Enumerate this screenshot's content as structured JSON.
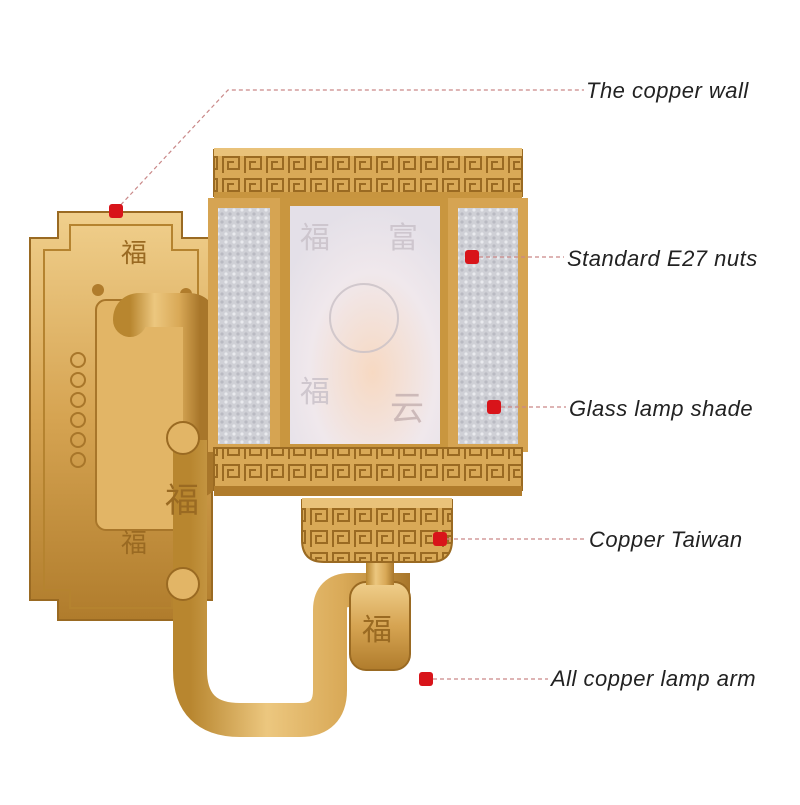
{
  "callouts": [
    {
      "label": "The copper wall"
    },
    {
      "label": "Standard E27 nuts"
    },
    {
      "label": "Glass lamp shade"
    },
    {
      "label": "Copper Taiwan"
    },
    {
      "label": "All copper lamp arm"
    }
  ],
  "colors": {
    "brass_light": "#e9c27a",
    "brass_mid": "#d4a24e",
    "brass_dark": "#a8762a",
    "glass": "#e8e6ea",
    "marker": "#d8141a",
    "leader": "#c98888"
  },
  "icons": [
    "lantern-shade-image",
    "wall-plate-image",
    "lamp-arm-image",
    "callout-marker-icon"
  ]
}
